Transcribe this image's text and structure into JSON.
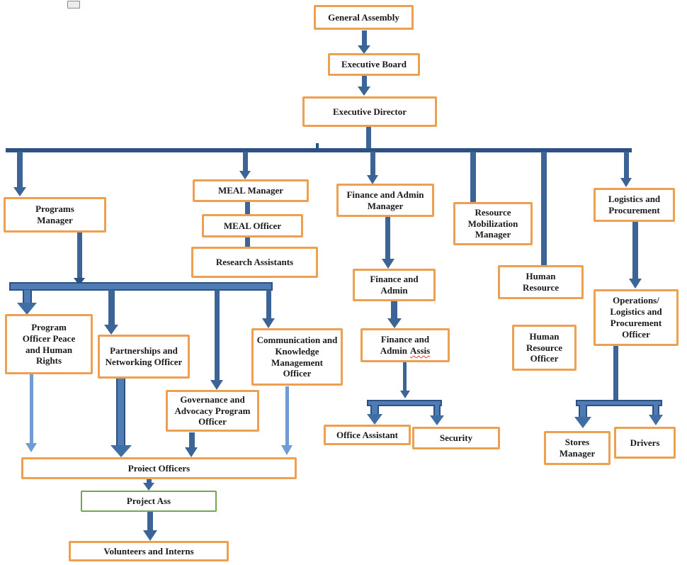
{
  "diagram": {
    "type": "org-chart",
    "nodes": {
      "general_assembly": {
        "label": "General Assembly"
      },
      "executive_board": {
        "label": "Executive Board"
      },
      "executive_director": {
        "label": "Executive Director"
      },
      "programs_manager": {
        "label": "Programs Manager"
      },
      "meal_manager": {
        "label": "MEAL Manager"
      },
      "meal_officer": {
        "label": "MEAL Officer"
      },
      "research_assistants": {
        "label": "Research Assistants"
      },
      "finance_admin_manager": {
        "label": "Finance and Admin Manager"
      },
      "resource_mobilization_manager": {
        "label": "Resource Mobilization Manager"
      },
      "logistics_procurement": {
        "label": "Logistics and Procurement"
      },
      "human_resource": {
        "label": "Human Resource"
      },
      "human_resource_officer": {
        "label": "Human Resource Officer"
      },
      "operations_logistics_procurement_officer": {
        "label": "Operations/ Logistics and Procurement Officer"
      },
      "finance_admin": {
        "label": "Finance and Admin"
      },
      "finance_admin_assis": {
        "line1": "Finance and",
        "line2_prefix": "Admin",
        "line2_misspelled": "Assis"
      },
      "office_assistant": {
        "label": "Office Assistant"
      },
      "security": {
        "label": "Security"
      },
      "program_officer_peace": {
        "label": "Program Officer Peace and Human Rights"
      },
      "partnerships_networking_officer": {
        "label": "Partnerships and Networking Officer"
      },
      "governance_advocacy_program_officer": {
        "label": "Governance and Advocacy Program Officer"
      },
      "communication_knowledge_management_officer": {
        "label": "Communication and Knowledge Management Officer"
      },
      "stores_manager": {
        "label": "Stores Manager"
      },
      "drivers": {
        "label": "Drivers"
      },
      "project_officers": {
        "label": "Proiect Officers"
      },
      "project_assistants": {
        "label": "Project Ass"
      },
      "volunteers_interns": {
        "label": "Volunteers and Interns"
      }
    },
    "edges": [
      [
        "general_assembly",
        "executive_board"
      ],
      [
        "executive_board",
        "executive_director"
      ],
      [
        "executive_director",
        "programs_manager"
      ],
      [
        "executive_director",
        "meal_manager"
      ],
      [
        "executive_director",
        "finance_admin_manager"
      ],
      [
        "executive_director",
        "resource_mobilization_manager"
      ],
      [
        "executive_director",
        "human_resource"
      ],
      [
        "executive_director",
        "logistics_procurement"
      ],
      [
        "meal_manager",
        "meal_officer"
      ],
      [
        "meal_officer",
        "research_assistants"
      ],
      [
        "programs_manager",
        "program_officer_peace"
      ],
      [
        "programs_manager",
        "partnerships_networking_officer"
      ],
      [
        "programs_manager",
        "governance_advocacy_program_officer"
      ],
      [
        "programs_manager",
        "communication_knowledge_management_officer"
      ],
      [
        "program_officer_peace",
        "project_officers"
      ],
      [
        "partnerships_networking_officer",
        "project_officers"
      ],
      [
        "governance_advocacy_program_officer",
        "project_officers"
      ],
      [
        "communication_knowledge_management_officer",
        "project_officers"
      ],
      [
        "project_officers",
        "project_assistants"
      ],
      [
        "project_assistants",
        "volunteers_interns"
      ],
      [
        "finance_admin_manager",
        "finance_admin"
      ],
      [
        "finance_admin",
        "finance_admin_assis"
      ],
      [
        "finance_admin_assis",
        "office_assistant"
      ],
      [
        "finance_admin_assis",
        "security"
      ],
      [
        "human_resource",
        "human_resource_officer"
      ],
      [
        "logistics_procurement",
        "operations_logistics_procurement_officer"
      ],
      [
        "operations_logistics_procurement_officer",
        "stores_manager"
      ],
      [
        "operations_logistics_procurement_officer",
        "drivers"
      ]
    ],
    "colors": {
      "box_border_orange": "#EDA04F",
      "box_border_green": "#72A94E",
      "connector_dark": "#2E5183",
      "connector_mid": "#3C6496",
      "connector_thick_fill": "#4F7CB5",
      "connector_light": "#6F9CD4",
      "text": "#1A1A1A",
      "spellcheck_underline": "#E03C31",
      "background": "#FFFFFF"
    }
  }
}
